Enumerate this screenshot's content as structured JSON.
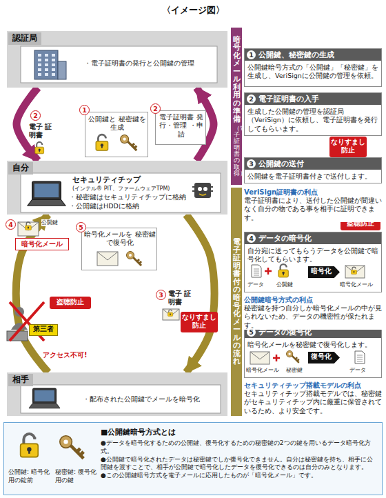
{
  "diagram": {
    "title": "〈イメージ図〉",
    "nodes": [
      {
        "text": [
          "認証局",
          "・電子証明書の発行と公開鍵の管理"
        ]
      },
      {
        "text": [
          "公開鍵と 秘密鍵を生成"
        ]
      },
      {
        "text": [
          "電子証明書 発行・管理 ・申請"
        ]
      },
      {
        "text": [
          "自分",
          "セキュリティチップ",
          "(インテル® PIT、ファームウェアTPM)",
          "・秘密鍵はセキュリティチップに格納",
          "・公開鍵はHDDに格納"
        ]
      },
      {
        "text": [
          "暗号化メール"
        ]
      },
      {
        "text": [
          "暗号化メールを 秘密鍵で復号化"
        ]
      },
      {
        "text": [
          "盗聴防止"
        ]
      },
      {
        "text": [
          "第三者"
        ]
      },
      {
        "text": [
          "なりすまし 防止"
        ]
      },
      {
        "text": [
          "相手",
          "・配布された公開鍵でメールを暗号化"
        ]
      },
      {
        "text": [
          "暗号化メール利用の準備",
          "（電子証明書の取得）"
        ]
      },
      {
        "text": [
          "1",
          "公開鍵、秘密鍵の生成",
          "公開鍵暗号方式の「公開鍵」「秘密鍵」を生成し、VeriSignに公開鍵の管理を依頼。"
        ]
      },
      {
        "text": [
          "2",
          "電子証明書の入手",
          "生成した公開鍵の管理を認証局（VeriSign）に依頼し、電子証明書を発行してもらいます。"
        ]
      },
      {
        "text": [
          "なりすまし 防止"
        ]
      },
      {
        "text": [
          "3",
          "公開鍵の送付",
          "公開鍵を電子証明書付きで送付します。"
        ]
      },
      {
        "text": [
          "電子証明書付の暗号化メールの流れ"
        ]
      },
      {
        "text": [
          "盗聴防止"
        ]
      },
      {
        "text": [
          "4",
          "データの暗号化",
          "自分宛に送ってもらうデータを公開鍵で暗号化してもらいます。"
        ]
      },
      {
        "text": [
          "暗号化"
        ],
        "in": 17
      },
      {
        "text": [
          "5",
          "データの復号化",
          "暗号化メールを秘密鍵で復号化します。"
        ]
      },
      {
        "text": [
          "復号化"
        ],
        "in": 19
      },
      {
        "text": [
          "■公開鍵暗号方式とは",
          "●データを暗号化するための公開鍵、復号化するための秘密鍵の2つの鍵を用いるデータ暗号化方式。",
          "●公開鍵で暗号化されたデータは秘密鍵でしか復号化できません。自分は秘密鍵を持ち、相手に公開鍵を渡すことで、相手が公開鍵で暗号化したデータを復号化できるのは自分のみとなります。",
          "●この公開鍵暗号方式を電子メールに応用したものが「暗号化メール」です。"
        ]
      }
    ],
    "edges": [
      {
        "from": 0,
        "to": 3,
        "arrow": "to"
      },
      {
        "from": 3,
        "to": 0,
        "arrow": "to"
      },
      {
        "from": 3,
        "to": 9,
        "arrow": "to"
      },
      {
        "from": 9,
        "to": 3,
        "arrow": "to"
      }
    ],
    "labels": [
      "2",
      "電子 証明書",
      "1",
      "2",
      "4",
      "公開鍵",
      "5",
      "3",
      "電子 証明書",
      "アクセス不可!",
      "VeriSign証明書の利点",
      "電子証明書により、送付した公開鍵が間違いなく自分の物である事を相手に証明できます。",
      "データ",
      "公開鍵",
      "暗号化メール",
      "公開鍵暗号方式の利点",
      "秘密鍵を持つ自分しか暗号化メールの中が見られないため、データの機密性が保たれます。",
      "暗号化メール",
      "秘密鍵",
      "データ",
      "セキュリティチップ搭載モデルの利点",
      "セキュリティチップ搭載モデルでは、秘密鍵がセキュリティチップ内に厳重に保管されているため、より安全です。",
      "公開鍵: 暗号化用の錠前",
      "秘密鍵: 復号化用の鍵"
    ]
  }
}
